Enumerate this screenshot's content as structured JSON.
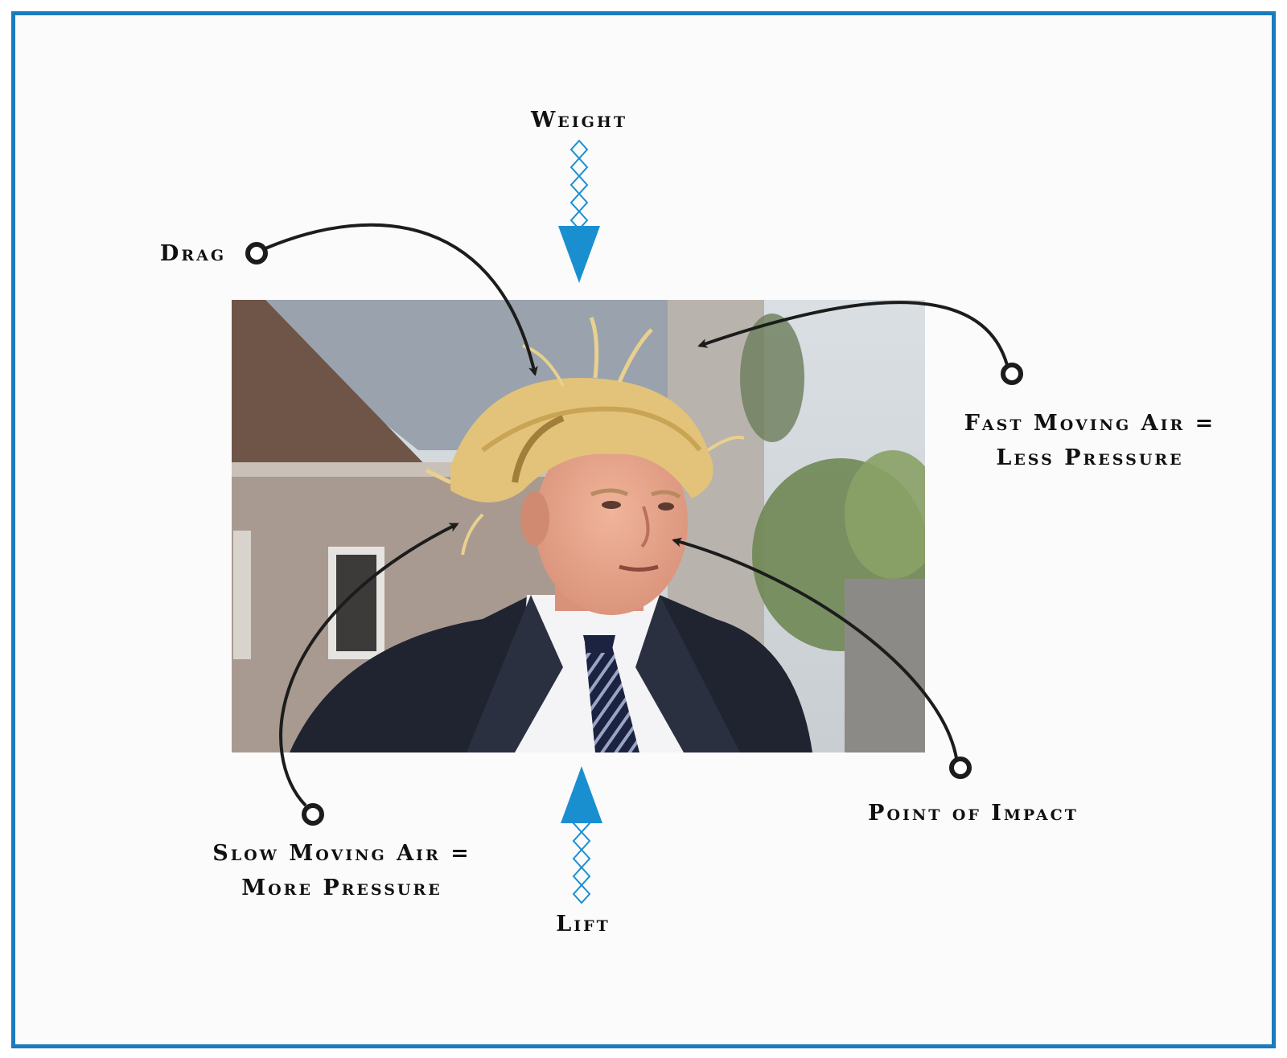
{
  "labels": {
    "weight": "Weight",
    "drag": "Drag",
    "fast_air": [
      "Fast Moving Air =",
      "Less Pressure"
    ],
    "point_of_impact": "Point of Impact",
    "slow_air": [
      "Slow Moving Air =",
      "More Pressure"
    ],
    "lift": "Lift"
  },
  "photo": {
    "subject": "man with windblown blond hair in dark suit and striped tie"
  },
  "colors": {
    "frame": "#1a7bbd",
    "force_arrow": "#1a8fd0",
    "connector": "#1c1c1c",
    "text": "#111111"
  },
  "icons": {
    "force_arrows": "diamond-chain-arrow",
    "connectors": "circle-ended-curved-arrow"
  }
}
